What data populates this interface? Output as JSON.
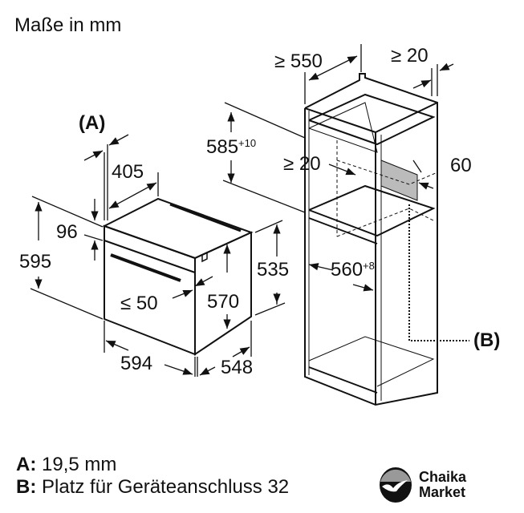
{
  "title": "Maße in mm",
  "oven": {
    "label_A": "(A)",
    "dim_405": "405",
    "dim_96": "96",
    "dim_595": "595",
    "dim_le50": "≤ 50",
    "dim_570": "570",
    "dim_535": "535",
    "dim_594": "594",
    "dim_548": "548"
  },
  "cabinet": {
    "dim_ge550": "≥ 550",
    "dim_ge20_top": "≥ 20",
    "dim_585": "585",
    "dim_585_tol": "+10",
    "dim_ge20_mid": "≥ 20",
    "dim_60": "60",
    "dim_560": "560",
    "dim_560_tol": "+8",
    "label_B": "(B)"
  },
  "legend": {
    "a_key": "A:",
    "a_text": "19,5 mm",
    "b_key": "B:",
    "b_text": "Platz für Geräteanschluss 32"
  },
  "logo": {
    "line1": "Chaika",
    "line2": "Market"
  }
}
